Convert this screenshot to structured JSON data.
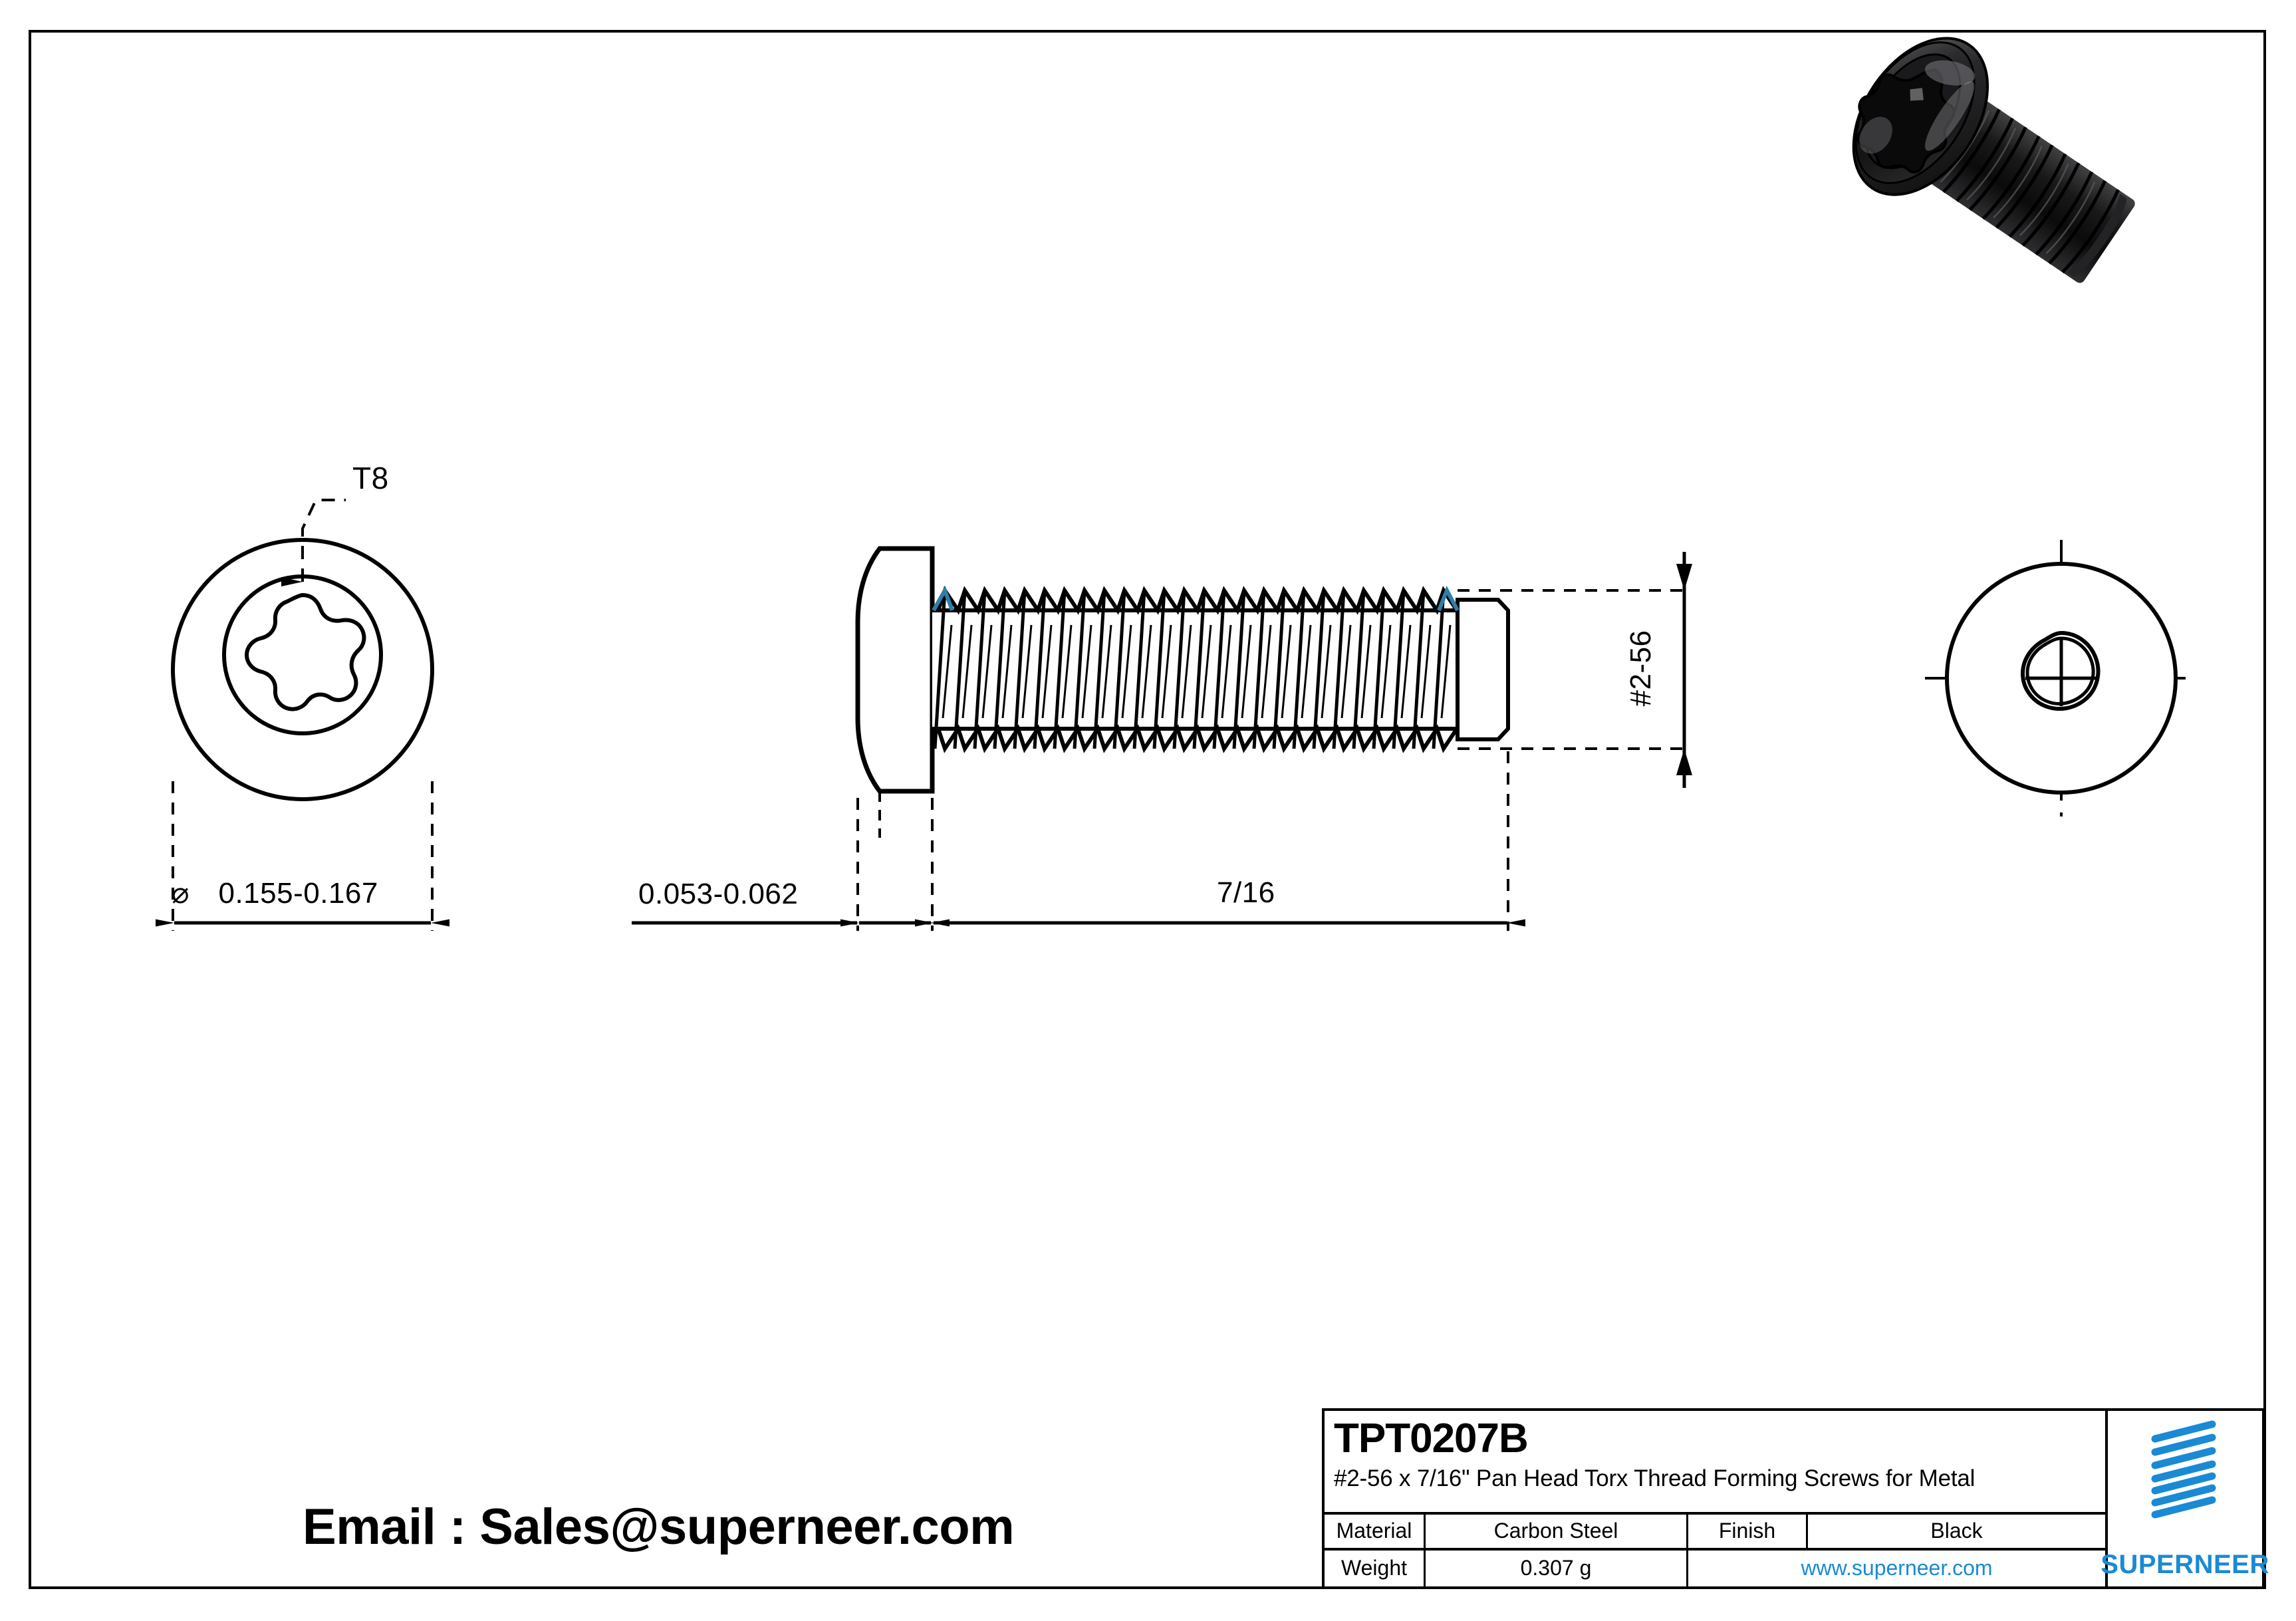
{
  "drawing": {
    "sheet_background": "#ffffff",
    "line_color": "#000000",
    "accent_color": "#1a8ad4"
  },
  "dimensions": {
    "head_diameter": "0.155-0.167",
    "diameter_symbol": "⌀",
    "head_height": "0.053-0.062",
    "screw_length": "7/16",
    "thread_spec": "#2-56",
    "drive_size": "T8"
  },
  "views": {
    "left": "torx-head-top-view",
    "center": "screw-side-view",
    "right": "trilobular-tip-end-view",
    "isometric": "screw-3d-render"
  },
  "contact": {
    "email_line": "Email : Sales@superneer.com"
  },
  "title_block": {
    "part_number": "TPT0207B",
    "description": "#2-56 x 7/16\" Pan Head Torx Thread Forming Screws for Metal",
    "material_label": "Material",
    "material_value": "Carbon Steel",
    "finish_label": "Finish",
    "finish_value": "Black",
    "weight_label": "Weight",
    "weight_value": "0.307 g",
    "website": "www.superneer.com",
    "brand": "SUPERNEER"
  }
}
